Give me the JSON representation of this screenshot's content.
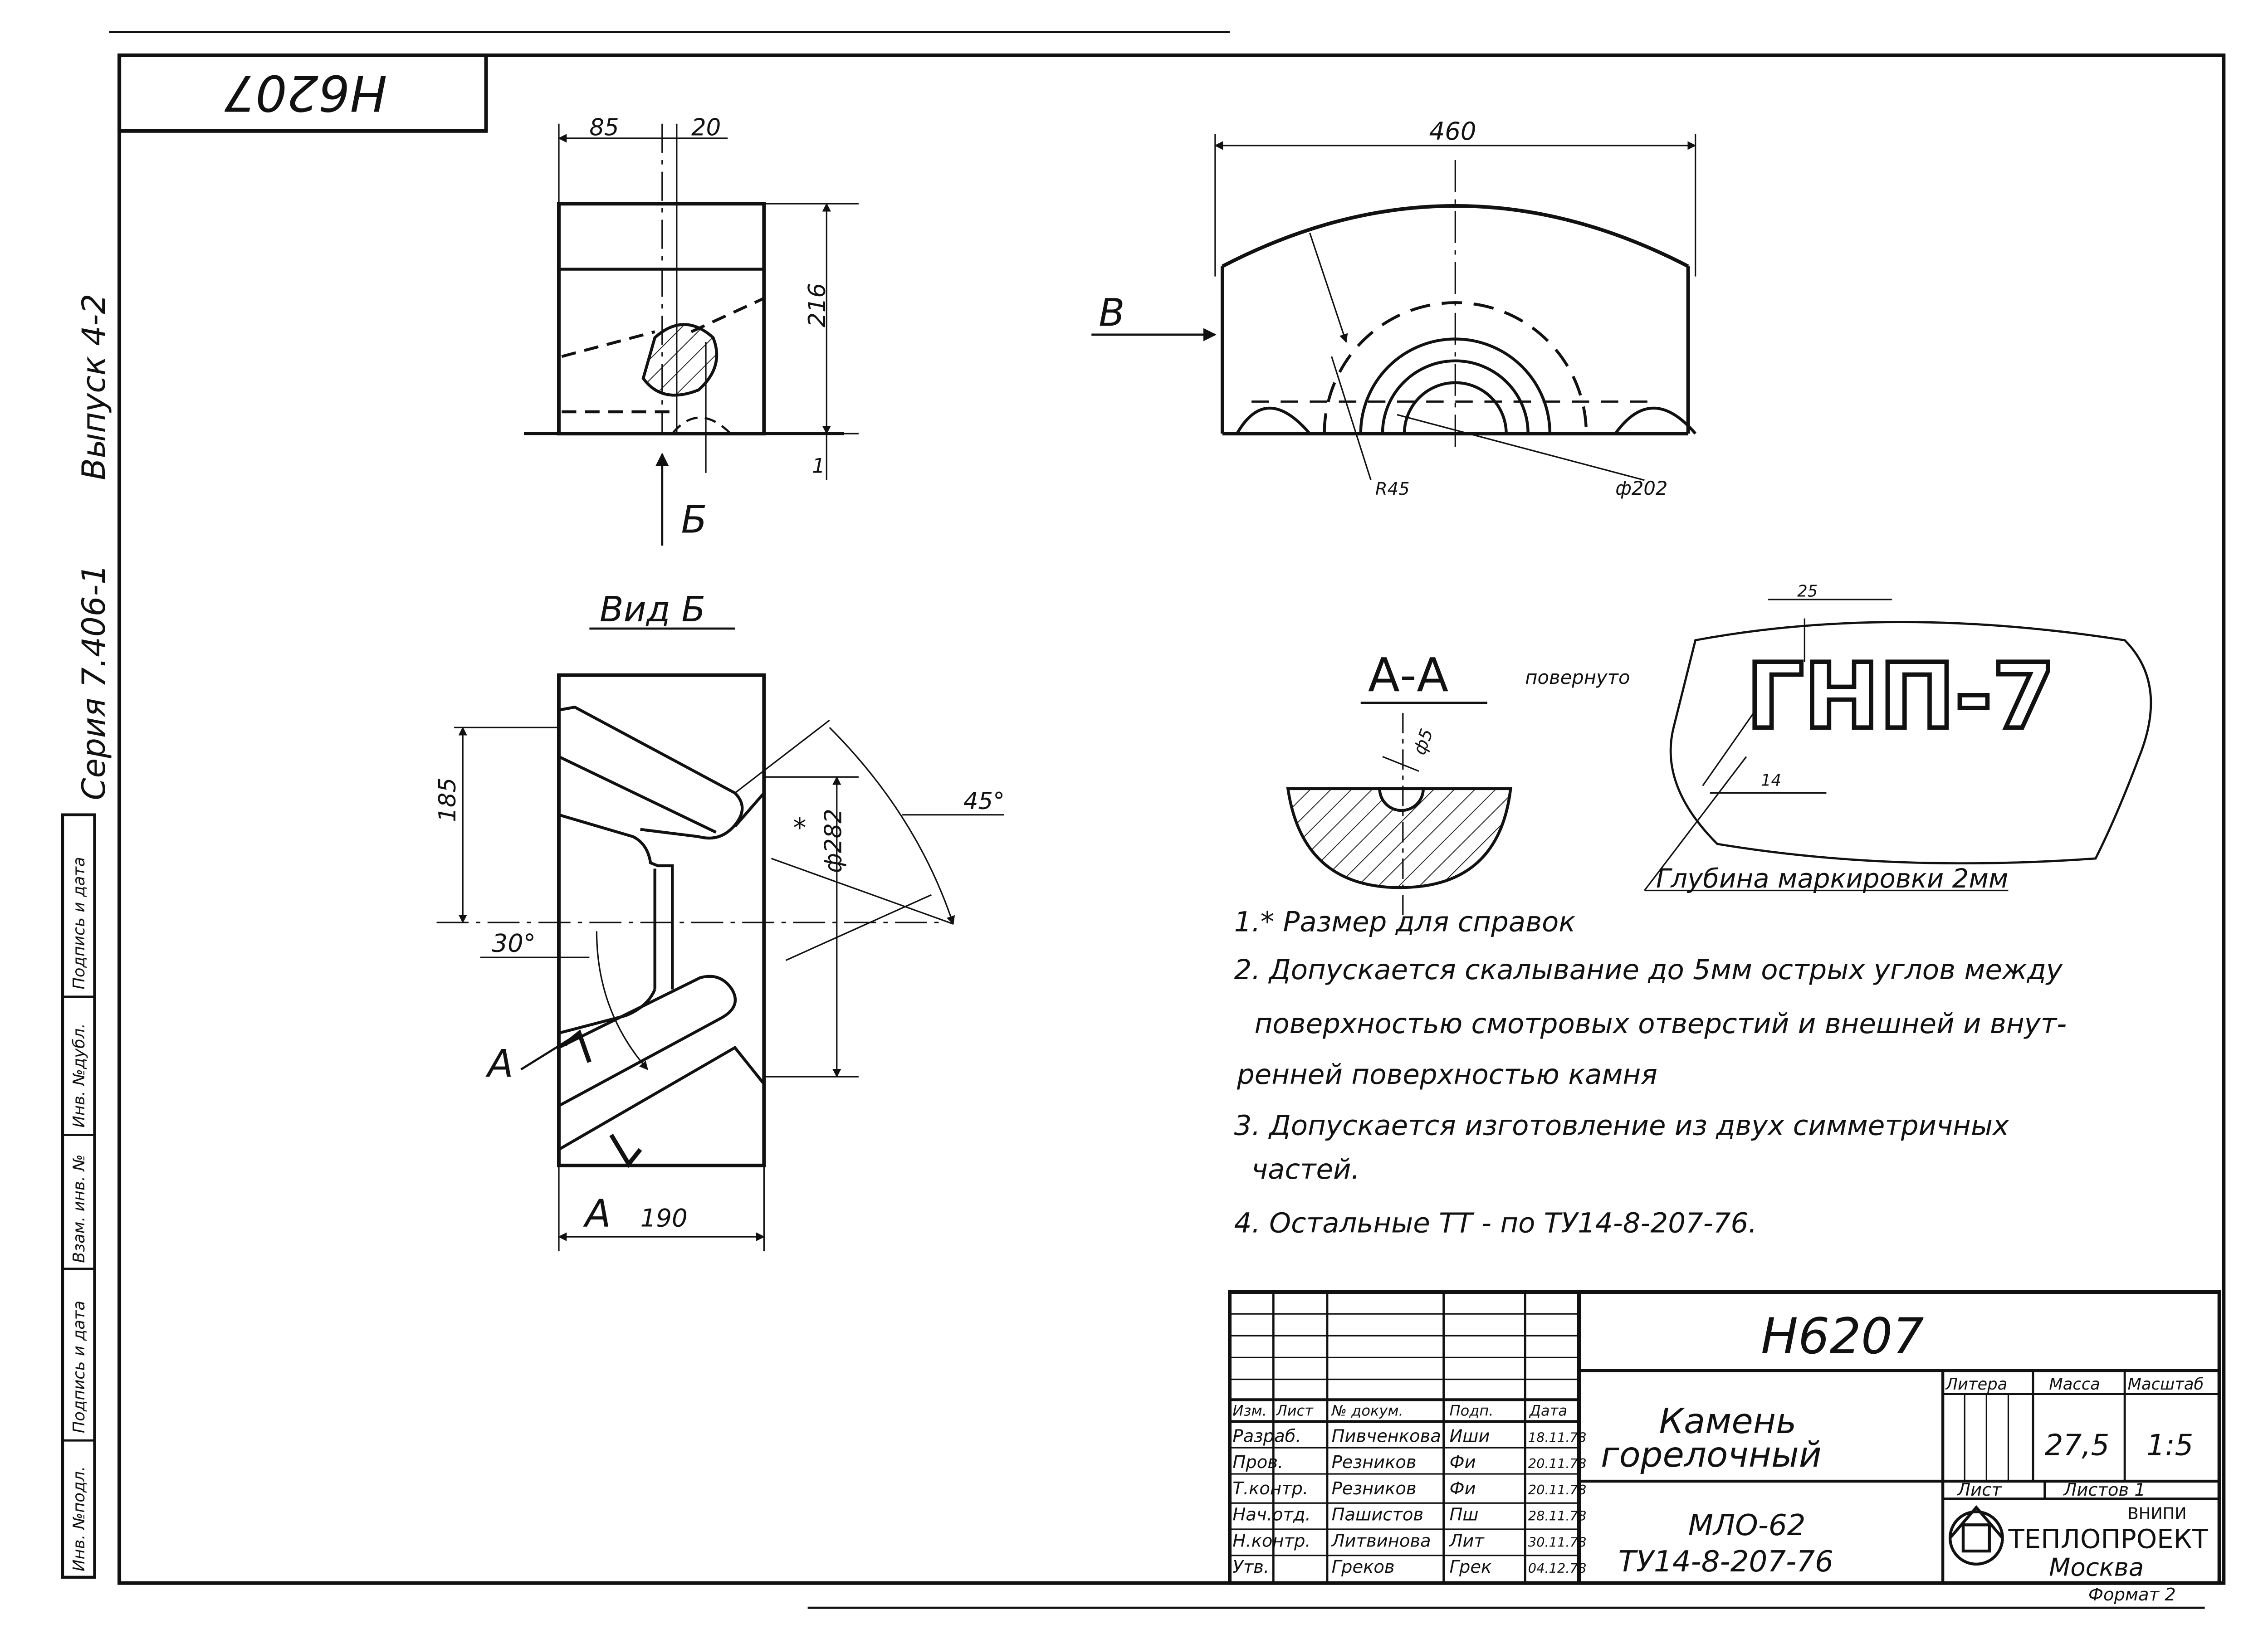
{
  "sheet": {
    "designation_rotated": "Н6207",
    "side_series": "Серия 7.406-1",
    "side_issue": "Выпуск 4-2",
    "side_columns": [
      "Инв. №подл.",
      "Подпись и дата",
      "Взам. инв. №",
      "Инв. №дубл.",
      "Подпись и дата"
    ]
  },
  "views": {
    "front": {
      "dim_top_left": "85",
      "dim_top_right": "20",
      "dim_height": "216",
      "dim_small": "1",
      "arrow_label": "Б"
    },
    "view_b": {
      "title": "Вид Б",
      "dim_height": "185",
      "dim_diameter": "ф282",
      "dim_diameter_mark": "*",
      "angle_45": "45°",
      "angle_30": "30°",
      "section_left_top": "А",
      "section_left_bottom": "А",
      "dim_width": "190"
    },
    "top": {
      "dim_width": "460",
      "arrow_label": "В",
      "dim_r45": "R45",
      "dim_d202": "ф202"
    },
    "section": {
      "title": "А-А",
      "note": "повернуто",
      "dim": "ф5"
    },
    "marking": {
      "text": "ГНП-7",
      "dim_height": "25",
      "dim_font": "14",
      "depth_label": "Глубина маркировки 2мм"
    }
  },
  "notes": [
    "1.* Размер для справок",
    "2. Допускается скалывание до 5мм острых углов между",
    "поверхностью смотровых отверстий и внешней и внут-",
    "ренней поверхностью камня",
    "3. Допускается изготовление из двух симметричных",
    "частей.",
    "4. Остальные ТТ - по ТУ14-8-207-76."
  ],
  "title_block": {
    "designation": "Н6207",
    "name_line1": "Камень",
    "name_line2": "горелочный",
    "material_line1": "МЛО-62",
    "material_line2": "ТУ14-8-207-76",
    "col_litera": "Литера",
    "col_mass": "Масса",
    "col_scale": "Масштаб",
    "mass": "27,5",
    "scale": "1:5",
    "sheet_label": "Лист",
    "sheets_label": "Листов 1",
    "org_top": "ВНИПИ",
    "org_name": "ТЕПЛОПРОЕКТ",
    "org_city": "Москва",
    "format": "Формат 2",
    "header": [
      "Изм.",
      "Лист",
      "№ докум.",
      "Подп.",
      "Дата"
    ],
    "rows": [
      {
        "role": "Разраб.",
        "name": "Пивченкова",
        "sign": "Иши",
        "date": "18.11.78"
      },
      {
        "role": "Пров.",
        "name": "Резников",
        "sign": "Фи",
        "date": "20.11.78"
      },
      {
        "role": "Т.контр.",
        "name": "Резников",
        "sign": "Фи",
        "date": "20.11.78"
      },
      {
        "role": "Нач.отд.",
        "name": "Пашистов",
        "sign": "Пш",
        "date": "28.11.78"
      },
      {
        "role": "Н.контр.",
        "name": "Литвинова",
        "sign": "Лит",
        "date": "30.11.78"
      },
      {
        "role": "Утв.",
        "name": "Греков",
        "sign": "Грек",
        "date": "04.12.78"
      }
    ]
  }
}
